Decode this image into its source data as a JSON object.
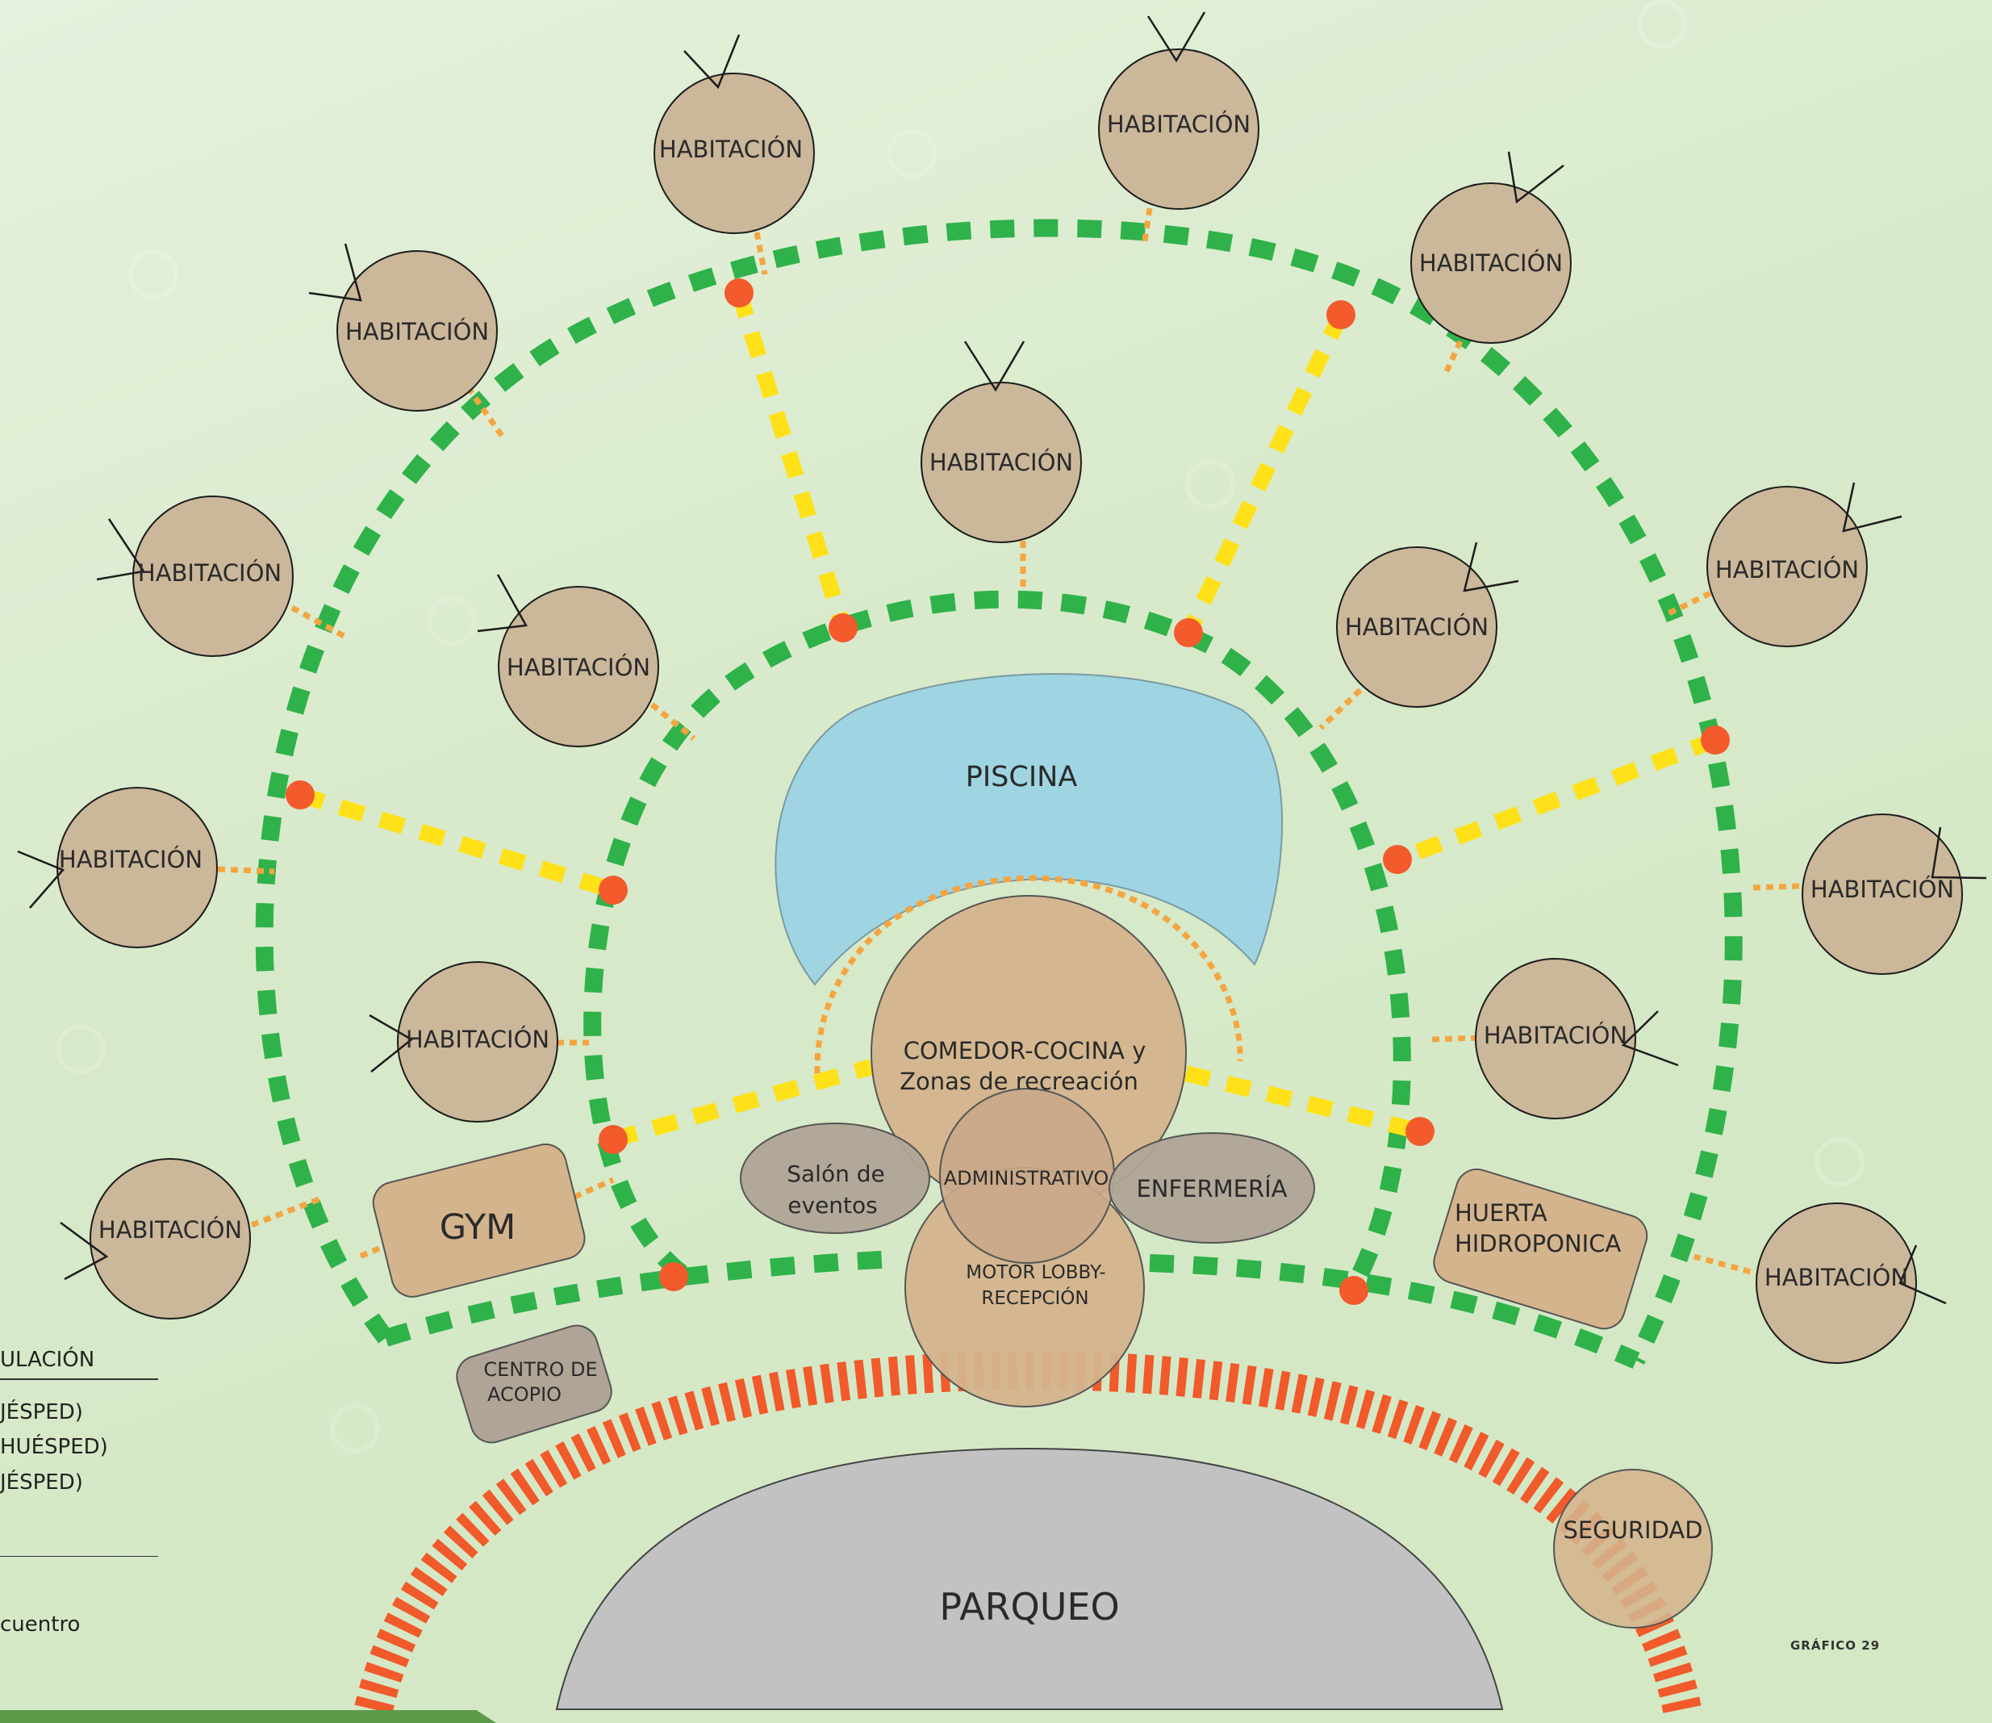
{
  "rooms_label": "HABITACIÓN",
  "piscina": "PISCINA",
  "comedor": [
    "COMEDOR-COCINA y",
    "Zonas de recreación"
  ],
  "administrativo": "ADMINISTRATIVO",
  "salon": [
    "Salón de",
    "eventos"
  ],
  "enfermeria": "ENFERMERÍA",
  "motor": [
    "MOTOR LOBBY-",
    "RECEPCIÓN"
  ],
  "gym": "GYM",
  "huerta": [
    "HUERTA",
    "HIDROPONICA"
  ],
  "centro": [
    "CENTRO DE",
    "ACOPIO"
  ],
  "seguridad": "SEGURIDAD",
  "parqueo": "PARQUEO",
  "graph_id": "GRÁFICO 29",
  "legend": {
    "title": "ULACIÓN",
    "line1": "JÉSPED)",
    "line2": "HUÉSPED)",
    "line3": "JÉSPED)",
    "line4": "cuentro"
  },
  "colors": {
    "room": "#cbb79a",
    "core": "#d4b48d",
    "grey_zone": "#b0a497",
    "pool": "#9fd5e2",
    "parking": "#c2c2c2",
    "green_path": "#2fb24a",
    "yellow_path": "#ffe11a",
    "orange_path": "#f5a540",
    "node": "#f35a2c",
    "arc_red": "#f15a2a"
  }
}
